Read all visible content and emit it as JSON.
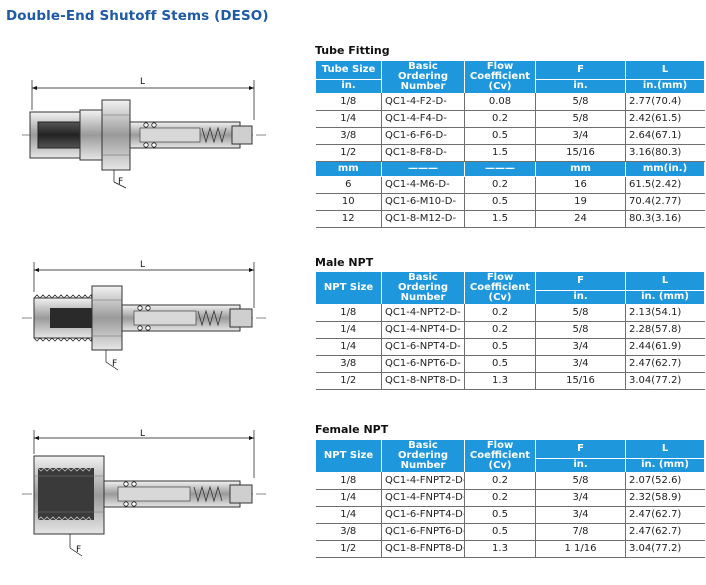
{
  "page_title": "Double-End Shutoff Stems (DESO)",
  "icons": [
    "tube-fitting-stem-drawing",
    "male-npt-stem-drawing",
    "female-npt-stem-drawing"
  ],
  "drawings": {
    "length_label": "L",
    "flat_label": "F"
  },
  "sections": [
    {
      "title": "Tube Fitting",
      "header_top": [
        "Tube Size",
        "Basic Ordering Number",
        "Flow Coefficient (Cv)",
        "F",
        "L"
      ],
      "header_bottom": [
        "in.",
        "",
        "",
        "in.",
        "in.(mm)"
      ],
      "rows": [
        [
          "1/8",
          "QC1-4-F2-D-",
          "0.08",
          "5/8",
          "2.77(70.4)"
        ],
        [
          "1/4",
          "QC1-4-F4-D-",
          "0.2",
          "5/8",
          "2.42(61.5)"
        ],
        [
          "3/8",
          "QC1-6-F6-D-",
          "0.5",
          "3/4",
          "2.64(67.1)"
        ],
        [
          "1/2",
          "QC1-8-F8-D-",
          "1.5",
          "15/16",
          "3.16(80.3)"
        ]
      ],
      "unit_row": [
        "mm",
        "———",
        "———",
        "mm",
        "mm(in.)"
      ],
      "rows2": [
        [
          "6",
          "QC1-4-M6-D-",
          "0.2",
          "16",
          "61.5(2.42)"
        ],
        [
          "10",
          "QC1-6-M10-D-",
          "0.5",
          "19",
          "70.4(2.77)"
        ],
        [
          "12",
          "QC1-8-M12-D-",
          "1.5",
          "24",
          "80.3(3.16)"
        ]
      ]
    },
    {
      "title": "Male NPT",
      "header_top": [
        "NPT Size",
        "Basic Ordering Number",
        "Flow Coefficient (Cv)",
        "F",
        "L"
      ],
      "header_bottom": [
        "",
        "",
        "",
        "in.",
        "in. (mm)"
      ],
      "rows": [
        [
          "1/8",
          "QC1-4-NPT2-D-",
          "0.2",
          "5/8",
          "2.13(54.1)"
        ],
        [
          "1/4",
          "QC1-4-NPT4-D-",
          "0.2",
          "5/8",
          "2.28(57.8)"
        ],
        [
          "1/4",
          "QC1-6-NPT4-D-",
          "0.5",
          "3/4",
          "2.44(61.9)"
        ],
        [
          "3/8",
          "QC1-6-NPT6-D-",
          "0.5",
          "3/4",
          "2.47(62.7)"
        ],
        [
          "1/2",
          "QC1-8-NPT8-D-",
          "1.3",
          "15/16",
          "3.04(77.2)"
        ]
      ]
    },
    {
      "title": "Female NPT",
      "header_top": [
        "NPT Size",
        "Basic Ordering Number",
        "Flow Coefficient (Cv)",
        "F",
        "L"
      ],
      "header_bottom": [
        "",
        "",
        "",
        "in.",
        "in. (mm)"
      ],
      "rows": [
        [
          "1/8",
          "QC1-4-FNPT2-D-",
          "0.2",
          "5/8",
          "2.07(52.6)"
        ],
        [
          "1/4",
          "QC1-4-FNPT4-D-",
          "0.2",
          "3/4",
          "2.32(58.9)"
        ],
        [
          "1/4",
          "QC1-6-FNPT4-D-",
          "0.5",
          "3/4",
          "2.47(62.7)"
        ],
        [
          "3/8",
          "QC1-6-FNPT6-D-",
          "0.5",
          "7/8",
          "2.47(62.7)"
        ],
        [
          "1/2",
          "QC1-8-FNPT8-D-",
          "1.3",
          "1 1/16",
          "3.04(77.2)"
        ]
      ]
    }
  ]
}
